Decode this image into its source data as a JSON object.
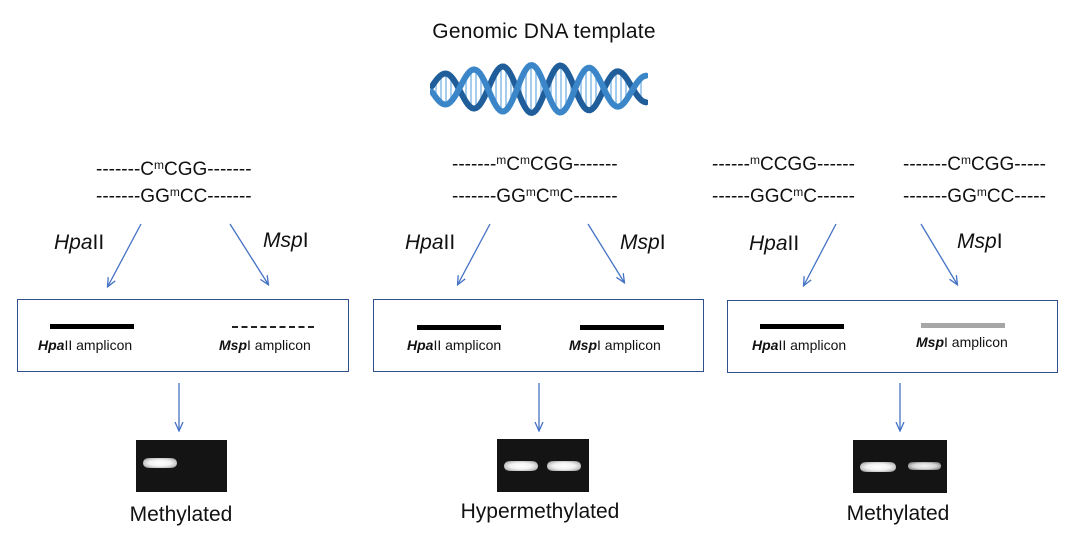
{
  "title": "Genomic DNA template",
  "enzymes": {
    "hpa_italic": "Hpa",
    "hpa_suffix": "II",
    "msp_italic": "Msp",
    "msp_suffix": "I"
  },
  "panels": [
    {
      "seq_left_top": [
        "-------C",
        "m",
        "CGG-------"
      ],
      "seq_left_bottom": [
        "-------GG",
        "m",
        "CC-------"
      ],
      "hpa_amplicon": "present",
      "msp_amplicon": "absent",
      "result": "Methylated"
    },
    {
      "seq_top": [
        "-------",
        "m",
        "C",
        "m",
        "CGG-------"
      ],
      "seq_bottom": [
        "-------GG",
        "m",
        "C",
        "m",
        "C-------"
      ],
      "hpa_amplicon": "present",
      "msp_amplicon": "present",
      "result": "Hypermethylated"
    },
    {
      "seq_a_top": [
        "------",
        "m",
        "CCGG------"
      ],
      "seq_a_bottom": [
        "------GGC",
        "m",
        "C------"
      ],
      "seq_b_top": [
        "-------C",
        "m",
        "CGG-----"
      ],
      "seq_b_bottom": [
        "-------GG",
        "m",
        "CC-----"
      ],
      "hpa_amplicon": "present",
      "msp_amplicon": "weak",
      "result": "Methylated"
    }
  ],
  "amplicon_labels": {
    "hpa_italic": "Hpa",
    "hpa_rest": "II amplicon",
    "msp_italic": "Msp",
    "msp_rest": "I amplicon"
  },
  "colors": {
    "arrow": "#4472c4",
    "box_border": "#2f4f8f",
    "dna": "#3a86c8",
    "band": "#000000",
    "weak_band": "#a6a6a6"
  }
}
